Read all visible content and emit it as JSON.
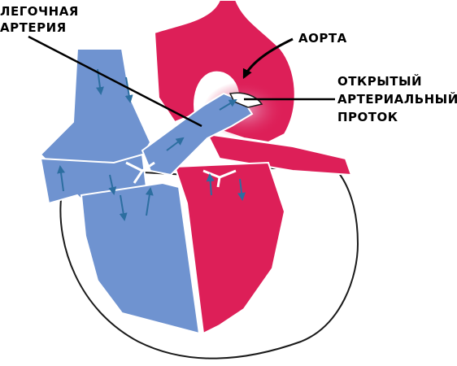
{
  "labels": {
    "pulmonary_artery": [
      "ЛЕГОЧНАЯ",
      "АРТЕРИЯ"
    ],
    "aorta": "АОРТА",
    "ductus": [
      "ОТКРЫТЫЙ",
      "АРТЕРИАЛЬНЫЙ",
      "ПРОТОК"
    ]
  },
  "colors": {
    "deoxygenated": "#6f93d0",
    "oxygenated": "#dd1f58",
    "mixed": "#e27aa6",
    "outline": "#ffffff",
    "arrow": "#2c6ea0",
    "pointer": "#000000"
  }
}
